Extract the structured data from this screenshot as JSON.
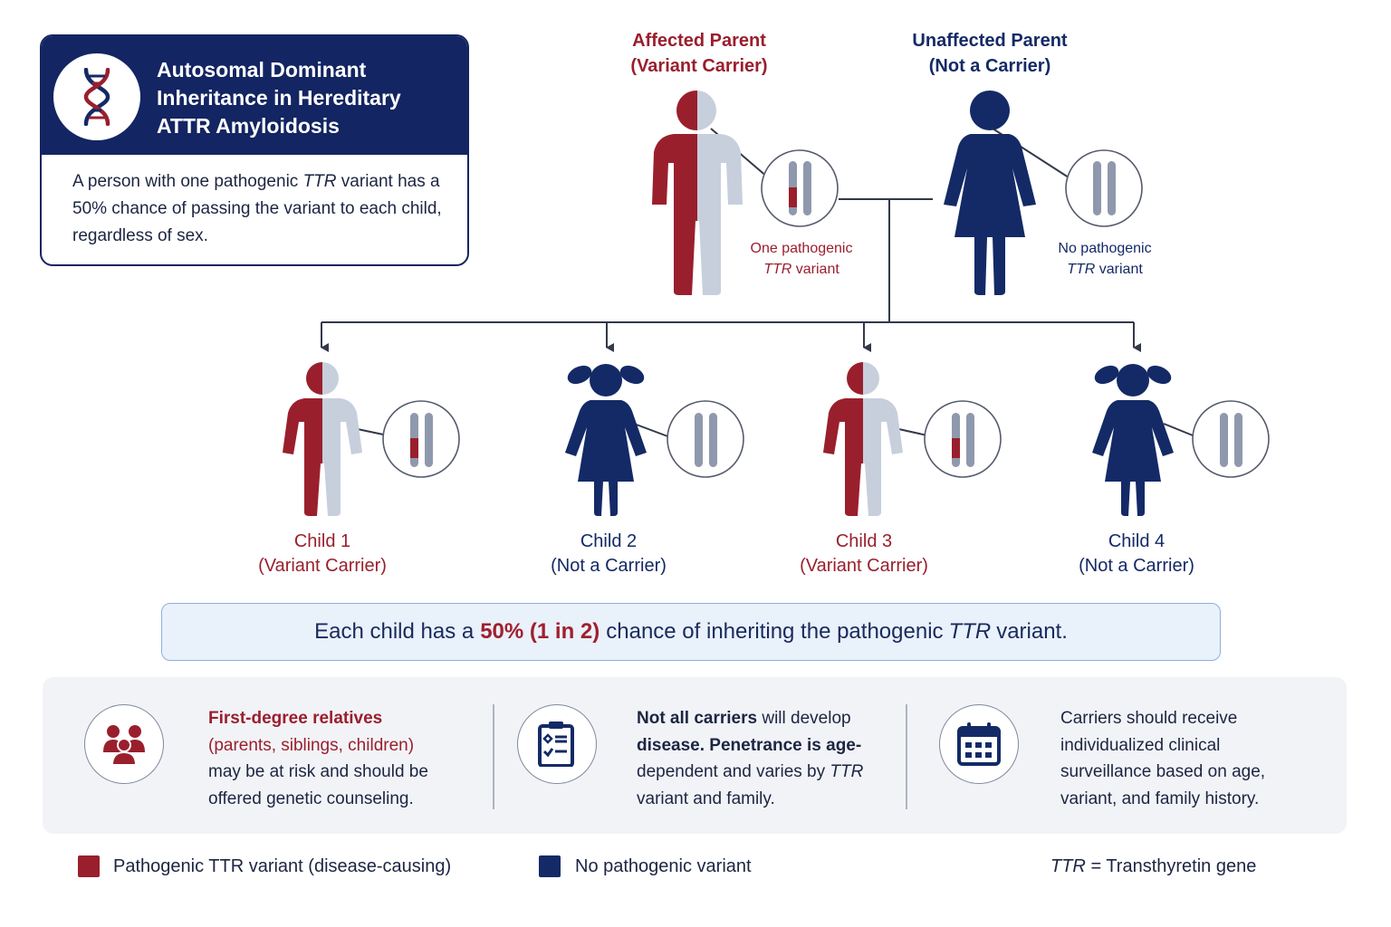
{
  "title_card": {
    "title": "Autosomal Dominant Inheritance in Hereditary ATTR Amyloidosis",
    "description_prefix": "A person with one pathogenic ",
    "description_gene": "TTR",
    "description_suffix": " variant has a 50% chance of passing the variant to each child, regardless of sex."
  },
  "parents": {
    "affected": {
      "title_line1": "Affected Parent",
      "title_line2": "(Variant Carrier)",
      "note_line1": "One pathogenic",
      "note_gene": "TTR",
      "note_suffix": " variant"
    },
    "unaffected": {
      "title_line1": "Unaffected Parent",
      "title_line2": "(Not a Carrier)",
      "note_line1": "No pathogenic",
      "note_gene": "TTR",
      "note_suffix": " variant"
    }
  },
  "children": [
    {
      "name": "Child 1",
      "status": "(Variant Carrier)",
      "carrier": true
    },
    {
      "name": "Child 2",
      "status": "(Not a Carrier)",
      "carrier": false
    },
    {
      "name": "Child 3",
      "status": "(Variant Carrier)",
      "carrier": true
    },
    {
      "name": "Child 4",
      "status": "(Not a Carrier)",
      "carrier": false
    }
  ],
  "summary": {
    "prefix": "Each child has a",
    "highlight": "50% (1 in 2)",
    "middle": "chance of inheriting the pathogenic",
    "gene": "TTR",
    "suffix": "variant."
  },
  "info": [
    {
      "icon": "family-icon",
      "bold": "First-degree relatives",
      "red_line": "(parents, siblings, children)",
      "rest": "may be at risk and should be offered genetic counseling."
    },
    {
      "icon": "clipboard-checklist-icon",
      "bold": "Not all carriers",
      "text1": " will develop ",
      "bold2": "disease. Penetrance is age-",
      "text2": "dependent and varies by ",
      "gene": "TTR",
      "text3": " variant and family."
    },
    {
      "icon": "calendar-icon",
      "text": "Carriers should receive individualized clinical surveillance based on age, variant, and family history."
    }
  ],
  "legend": {
    "pathogenic": "Pathogenic TTR variant (disease-causing)",
    "none": "No pathogenic variant",
    "gene_abbr": "TTR",
    "gene_def": " = Transthyretin gene"
  },
  "colors": {
    "red": "#9a1f2d",
    "navy": "#142a66",
    "light_gray": "#c7cfdd",
    "chromosome_gray": "#8f99ad"
  }
}
